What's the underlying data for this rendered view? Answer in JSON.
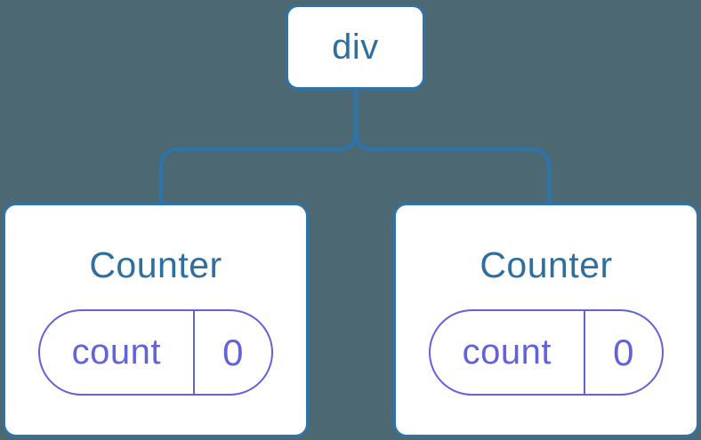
{
  "diagram": {
    "description": "React component tree diagram",
    "colors": {
      "background": "#4C6873",
      "node_fill": "#FFFFFF",
      "node_border_blue": "#2E74A8",
      "node_text_blue": "#2F6F9F",
      "state_purple": "#6262D9"
    },
    "tree": {
      "root": {
        "label": "div"
      },
      "children": [
        {
          "label": "Counter",
          "state": {
            "key": "count",
            "value": "0"
          }
        },
        {
          "label": "Counter",
          "state": {
            "key": "count",
            "value": "0"
          }
        }
      ]
    }
  }
}
